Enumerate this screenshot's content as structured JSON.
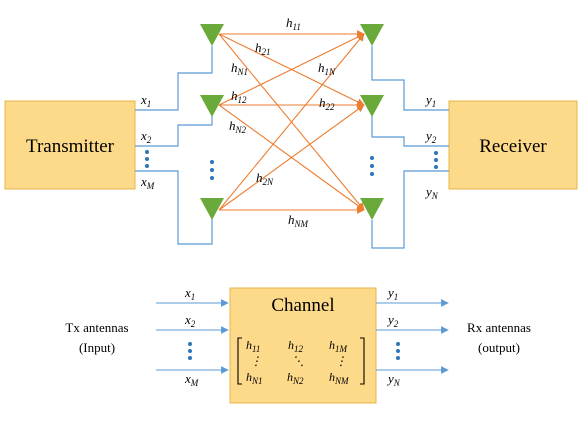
{
  "colors": {
    "box_fill": "#fdd98a",
    "box_stroke": "#e8b44a",
    "antenna": "#6aaa3a",
    "wire": "#5b9bd5",
    "path": "#ed7d31",
    "dots": "#2e75b6"
  },
  "top": {
    "transmitter": "Transmitter",
    "receiver": "Receiver",
    "tx_inputs": [
      {
        "base": "x",
        "sub": "1"
      },
      {
        "base": "x",
        "sub": "2"
      },
      {
        "base": "x",
        "sub": "M"
      }
    ],
    "rx_outputs": [
      {
        "base": "y",
        "sub": "1"
      },
      {
        "base": "y",
        "sub": "2"
      },
      {
        "base": "y",
        "sub": "N"
      }
    ],
    "channel_labels": [
      {
        "base": "h",
        "sub": "11"
      },
      {
        "base": "h",
        "sub": "21"
      },
      {
        "base": "h",
        "sub": "N1"
      },
      {
        "base": "h",
        "sub": "1N"
      },
      {
        "base": "h",
        "sub": "12"
      },
      {
        "base": "h",
        "sub": "22"
      },
      {
        "base": "h",
        "sub": "N2"
      },
      {
        "base": "h",
        "sub": "2N"
      },
      {
        "base": "h",
        "sub": "NM"
      }
    ]
  },
  "bottom": {
    "channel_title": "Channel",
    "tx_label_line1": "Tx antennas",
    "tx_label_line2": "(Input)",
    "rx_label_line1": "Rx antennas",
    "rx_label_line2": "(output)",
    "inputs": [
      {
        "base": "x",
        "sub": "1"
      },
      {
        "base": "x",
        "sub": "2"
      },
      {
        "base": "x",
        "sub": "M"
      }
    ],
    "outputs": [
      {
        "base": "y",
        "sub": "1"
      },
      {
        "base": "y",
        "sub": "2"
      },
      {
        "base": "y",
        "sub": "N"
      }
    ],
    "matrix": {
      "row1": [
        {
          "base": "h",
          "sub": "11"
        },
        {
          "base": "h",
          "sub": "12"
        },
        {
          "base": "h",
          "sub": "1M"
        }
      ],
      "row2": [
        "⋮",
        "⋱",
        "⋮"
      ],
      "row3": [
        {
          "base": "h",
          "sub": "N1"
        },
        {
          "base": "h",
          "sub": "N2"
        },
        {
          "base": "h",
          "sub": "NM"
        }
      ]
    }
  }
}
